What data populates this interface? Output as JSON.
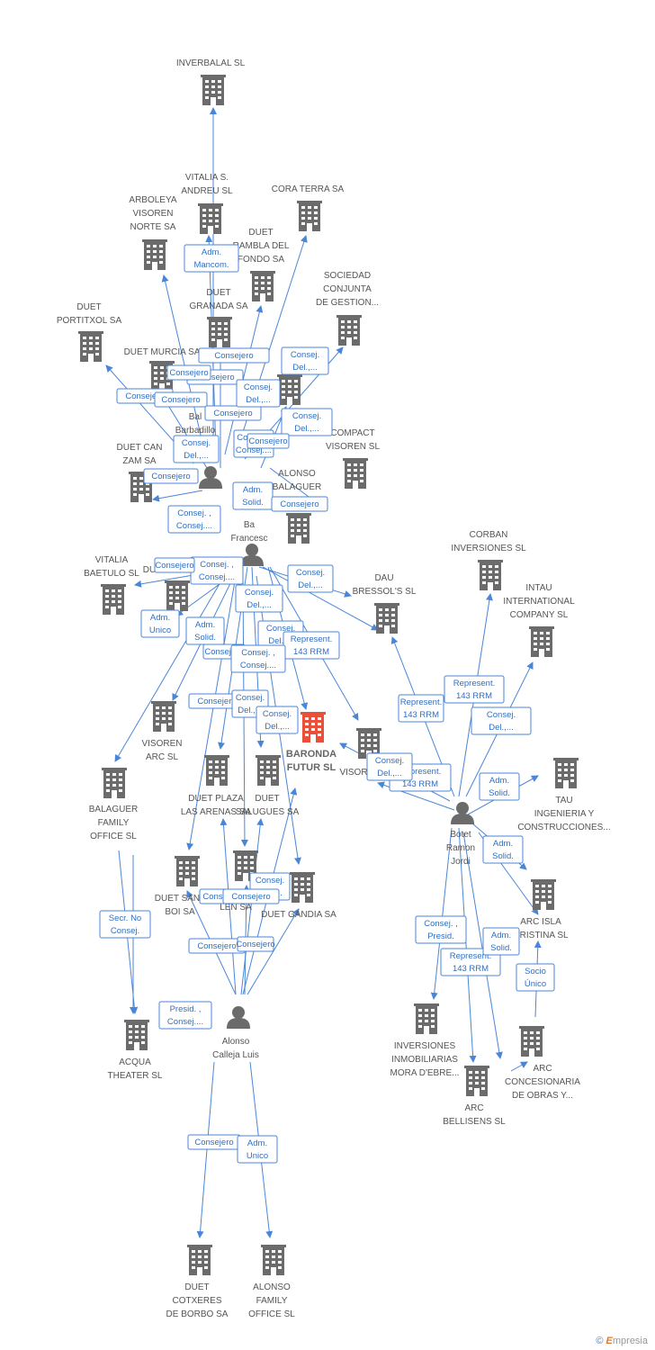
{
  "colors": {
    "edge": "#4a86d8",
    "company": "#6b6b6b",
    "focus": "#e8503a",
    "person": "#6b6b6b"
  },
  "footer": {
    "copyright": "©",
    "brand_initial": "E",
    "brand_rest": "mpresia"
  },
  "nodes": [
    {
      "id": "inverbalal",
      "type": "company",
      "label": [
        "INVERBALAL SL"
      ]
    },
    {
      "id": "vitalia_andreu",
      "type": "company",
      "label": [
        "VITALIA S.",
        "ANDREU SL"
      ]
    },
    {
      "id": "cora_terra",
      "type": "company",
      "label": [
        "CORA TERRA SA"
      ]
    },
    {
      "id": "arboleya",
      "type": "company",
      "label": [
        "ARBOLEYA",
        "VISOREN",
        "NORTE SA"
      ]
    },
    {
      "id": "duet_rambla",
      "type": "company",
      "label": [
        "DUET",
        "RAMBLA DEL",
        "FONDO SA"
      ]
    },
    {
      "id": "sociedad_conjunta",
      "type": "company",
      "label": [
        "SOCIEDAD",
        "CONJUNTA",
        "DE GESTION..."
      ]
    },
    {
      "id": "duet_granada",
      "type": "company",
      "label": [
        "DUET",
        "GRANADA SA"
      ]
    },
    {
      "id": "duet_portitxol",
      "type": "company",
      "label": [
        "DUET",
        "PORTITXOL SA"
      ]
    },
    {
      "id": "duet_murcia",
      "type": "company",
      "label": [
        "DUET MURCIA SA"
      ]
    },
    {
      "id": "duet_sa_mid",
      "type": "company",
      "label": [
        "SA"
      ]
    },
    {
      "id": "compact_visoren",
      "type": "company",
      "label": [
        "COMPACT",
        "VISOREN SL"
      ]
    },
    {
      "id": "duet_can_zam",
      "type": "company",
      "label": [
        "DUET CAN",
        "ZAM SA"
      ]
    },
    {
      "id": "alonso_balaguer",
      "type": "company",
      "label": [
        "ALONSO",
        "BALAGUER"
      ]
    },
    {
      "id": "corban",
      "type": "company",
      "label": [
        "CORBAN",
        "INVERSIONES SL"
      ]
    },
    {
      "id": "intau",
      "type": "company",
      "label": [
        "INTAU",
        "INTERNATIONAL",
        "COMPANY SL"
      ]
    },
    {
      "id": "vitalia_baetulo",
      "type": "company",
      "label": [
        "VITALIA",
        "BAETULO SL"
      ]
    },
    {
      "id": "du_partial",
      "type": "company",
      "label": [
        "DU"
      ]
    },
    {
      "id": "dau_bressol",
      "type": "company",
      "label": [
        "DAU",
        "BRESSOL'S SL"
      ]
    },
    {
      "id": "baronda",
      "type": "focus",
      "label": [
        "BARONDA",
        "FUTUR SL"
      ]
    },
    {
      "id": "visor_partial",
      "type": "company",
      "label": [
        "VISOR"
      ]
    },
    {
      "id": "visoren_arc",
      "type": "company",
      "label": [
        "VISOREN",
        "ARC SL"
      ]
    },
    {
      "id": "balaguer_family",
      "type": "company",
      "label": [
        "BALAGUER",
        "FAMILY",
        "OFFICE SL"
      ]
    },
    {
      "id": "duet_plaza",
      "type": "company",
      "label": [
        "DUET PLAZA",
        "LAS ARENAS SA"
      ]
    },
    {
      "id": "duet_salugues",
      "type": "company",
      "label": [
        "DUET",
        "SALUGUES SA"
      ]
    },
    {
      "id": "tau",
      "type": "company",
      "label": [
        "TAU",
        "INGENIERIA Y",
        "CONSTRUCCIONES..."
      ]
    },
    {
      "id": "duet_sant_boi",
      "type": "company",
      "label": [
        "DUET SANT",
        "BOI SA"
      ]
    },
    {
      "id": "duet_partial2",
      "type": "company",
      "label": [
        "LEN SA"
      ]
    },
    {
      "id": "duet_gandia",
      "type": "company",
      "label": [
        "DUET GANDIA SA"
      ]
    },
    {
      "id": "arc_isla",
      "type": "company",
      "label": [
        "ARC ISLA",
        "CRISTINA SL"
      ]
    },
    {
      "id": "acqua",
      "type": "company",
      "label": [
        "ACQUA",
        "THEATER SL"
      ]
    },
    {
      "id": "inversiones_mora",
      "type": "company",
      "label": [
        "INVERSIONES",
        "INMOBILIARIAS",
        "MORA D'EBRE..."
      ]
    },
    {
      "id": "arc_bellisens",
      "type": "company",
      "label": [
        "ARC",
        "BELLISENS SL"
      ]
    },
    {
      "id": "arc_concesionaria",
      "type": "company",
      "label": [
        "ARC",
        "CONCESIONARIA",
        "DE OBRAS Y..."
      ]
    },
    {
      "id": "duet_cotxeres",
      "type": "company",
      "label": [
        "DUET",
        "COTXERES",
        "DE BORBO SA"
      ]
    },
    {
      "id": "alonso_family",
      "type": "company",
      "label": [
        "ALONSO",
        "FAMILY",
        "OFFICE SL"
      ]
    },
    {
      "id": "p_balaguer",
      "type": "person",
      "label": [
        "Bal",
        "Barbadillo"
      ]
    },
    {
      "id": "p_francesc",
      "type": "person",
      "label": [
        "Ba",
        "Francesc"
      ]
    },
    {
      "id": "p_botet",
      "type": "person",
      "label": [
        "Botet",
        "Ramon",
        "Jordi"
      ]
    },
    {
      "id": "p_alonso",
      "type": "person",
      "label": [
        "Alonso",
        "Calleja Luis"
      ]
    }
  ],
  "edge_labels": [
    [
      "Adm.",
      "Mancom."
    ],
    [
      "Consejero"
    ],
    [
      "Consejero"
    ],
    [
      "Consej.",
      "Del.,..."
    ],
    [
      "Consejero"
    ],
    [
      "Consejero"
    ],
    [
      "Consejero"
    ],
    [
      "Consej.",
      "Del.,..."
    ],
    [
      "Consejero"
    ],
    [
      "Consej. ,",
      "Consej...."
    ],
    [
      "Consej.",
      "Del.,..."
    ],
    [
      "Consejero"
    ],
    [
      "Consej.",
      "Del.,..."
    ],
    [
      "Consejero"
    ],
    [
      "Adm.",
      "Solid."
    ],
    [
      "Consejero"
    ],
    [
      "Consej. ,",
      "Consej...."
    ],
    [
      "Consej. ,",
      "Consej...."
    ],
    [
      "Consejero"
    ],
    [
      "Consej.",
      "Del.,..."
    ],
    [
      "Consej.",
      "Del.,..."
    ],
    [
      "Adm.",
      "Unico"
    ],
    [
      "Adm.",
      "Solid."
    ],
    [
      "Consejero"
    ],
    [
      "Consej.",
      "Del.,..."
    ],
    [
      "Represent.",
      "143 RRM"
    ],
    [
      "Consej. ,",
      "Consej...."
    ],
    [
      "Consejero"
    ],
    [
      "Consej.",
      "Del.,..."
    ],
    [
      "Consej.",
      "Del.,..."
    ],
    [
      "Represent.",
      "143 RRM"
    ],
    [
      "Represent.",
      "143 RRM"
    ],
    [
      "Consej.",
      "Del.,..."
    ],
    [
      "Represent.",
      "143 RRM"
    ],
    [
      "Consej.",
      "Del.,..."
    ],
    [
      "Adm.",
      "Solid."
    ],
    [
      "Adm.",
      "Solid."
    ],
    [
      "Consejero"
    ],
    [
      "Consej.",
      "Del.,..."
    ],
    [
      "Consejero"
    ],
    [
      "Consejero"
    ],
    [
      "Consejero"
    ],
    [
      "Secr.  No",
      "Consej."
    ],
    [
      "Consej. ,",
      "Presid."
    ],
    [
      "Represent.",
      "143 RRM"
    ],
    [
      "Adm.",
      "Solid."
    ],
    [
      "Socio",
      "Único"
    ],
    [
      "Presid. ,",
      "Consej...."
    ],
    [
      "Consejero"
    ],
    [
      "Adm.",
      "Unico"
    ]
  ]
}
